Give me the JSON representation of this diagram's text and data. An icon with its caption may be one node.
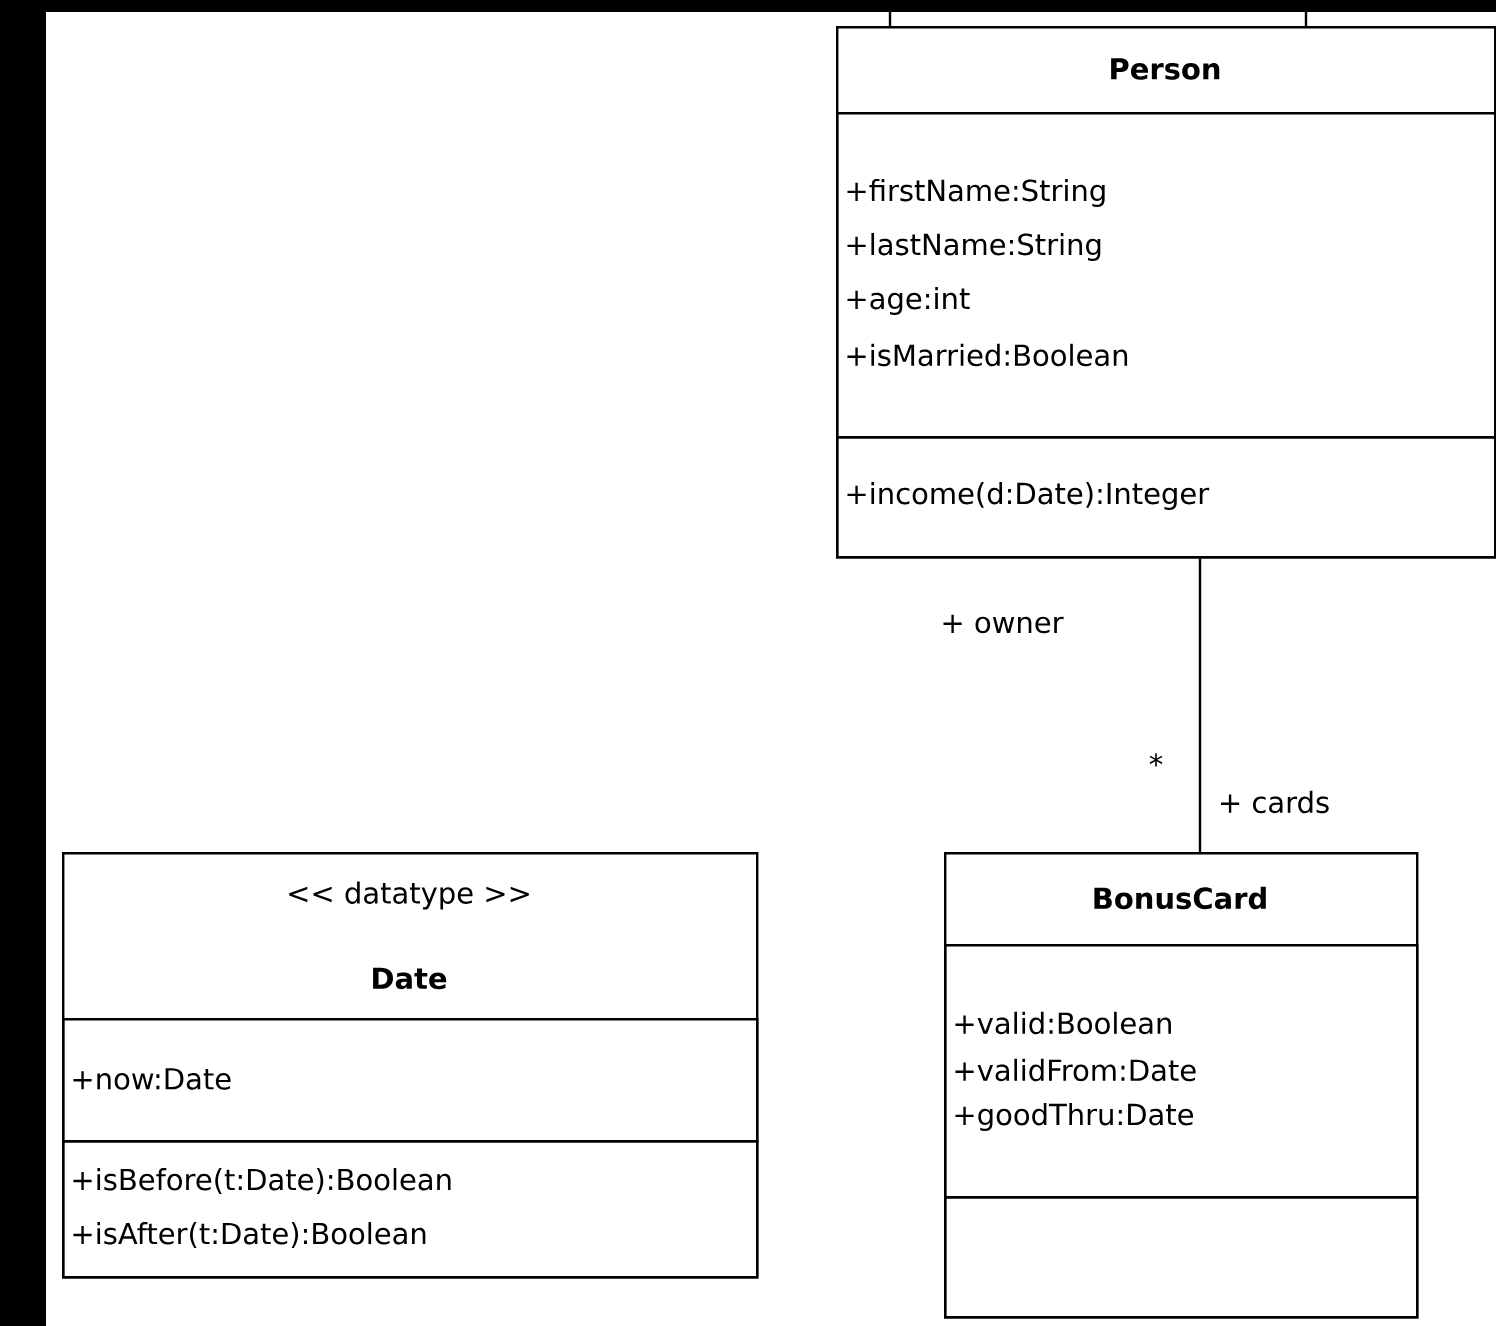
{
  "diagram": {
    "nodes": [
      {
        "text": [
          "Person"
        ]
      },
      {
        "text": [
          "+firstName:String",
          "+lastName:String",
          "+age:int",
          "+isMarried:Boolean"
        ],
        "in": 0
      },
      {
        "text": [
          "+income(d:Date):Integer"
        ],
        "in": 0
      },
      {
        "text": [
          "<< datatype >>",
          "Date"
        ]
      },
      {
        "text": [
          "+now:Date"
        ],
        "in": 3
      },
      {
        "text": [
          "+isBefore(t:Date):Boolean",
          "+isAfter(t:Date):Boolean"
        ],
        "in": 3
      },
      {
        "text": [
          "BonusCard"
        ]
      },
      {
        "text": [
          "+valid:Boolean",
          "+validFrom:Date",
          "+goodThru:Date"
        ],
        "in": 6
      },
      {
        "text": [],
        "shape": "box",
        "in": 6
      }
    ],
    "edges": [
      {
        "from": null,
        "to": 0,
        "arrow": "none"
      },
      {
        "from": null,
        "to": 0,
        "arrow": "none"
      },
      {
        "from": 0,
        "to": 6,
        "arrow": "none"
      }
    ],
    "labels": [
      "+ owner",
      "*",
      "+ cards"
    ]
  }
}
